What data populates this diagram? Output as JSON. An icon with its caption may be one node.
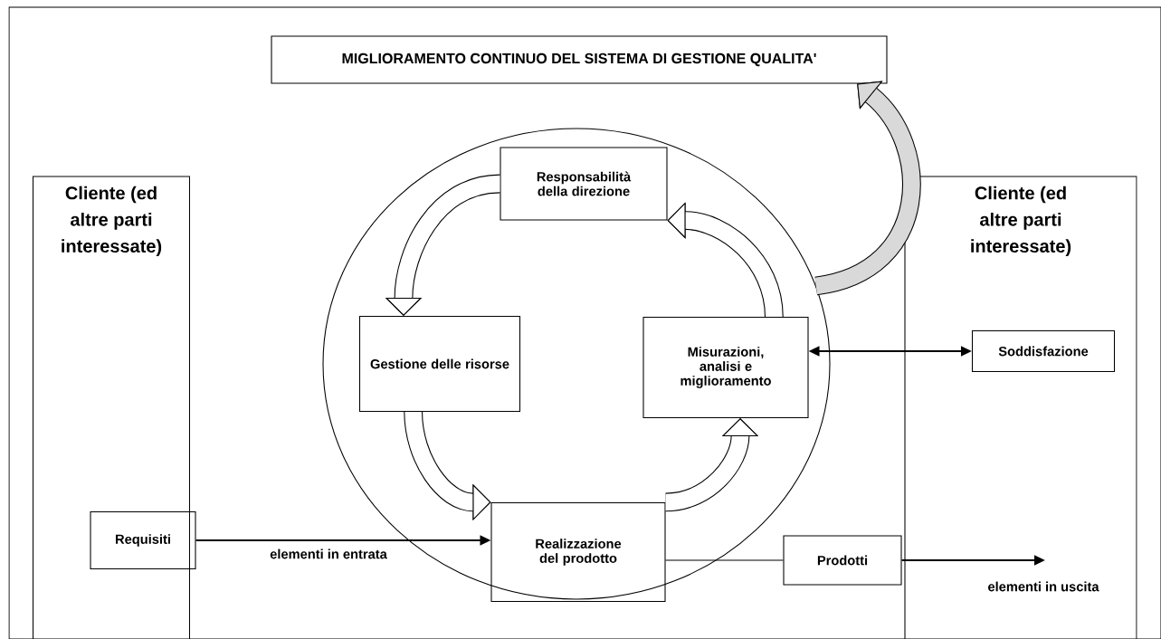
{
  "diagram": {
    "nodes": [
      {
        "text": [
          "MIGLIORAMENTO CONTINUO DEL SISTEMA DI GESTIONE QUALITA'"
        ]
      },
      {
        "text": [
          "Cliente (ed altre parti interessate)"
        ]
      },
      {
        "text": [
          "Requisiti"
        ],
        "in": 1
      },
      {
        "text": [],
        "shape": "circle"
      },
      {
        "text": [
          "Responsabilità della direzione"
        ],
        "in": 3
      },
      {
        "text": [
          "Gestione delle risorse"
        ],
        "in": 3
      },
      {
        "text": [
          "Misurazioni, analisi e miglioramento"
        ],
        "in": 3
      },
      {
        "text": [
          "Realizzazione del prodotto"
        ],
        "in": 3
      },
      {
        "text": [
          "Cliente (ed altre parti interessate)"
        ]
      },
      {
        "text": [
          "Soddisfazione"
        ],
        "in": 8
      },
      {
        "text": [
          "Prodotti"
        ]
      }
    ],
    "edges": [
      {
        "from": 4,
        "to": 5,
        "arrow": "to"
      },
      {
        "from": 5,
        "to": 7,
        "arrow": "to"
      },
      {
        "from": 7,
        "to": 6,
        "arrow": "to"
      },
      {
        "from": 6,
        "to": 4,
        "arrow": "to"
      },
      {
        "from": 3,
        "to": 0,
        "arrow": "to"
      },
      {
        "from": 2,
        "to": 7,
        "arrow": "to",
        "label": "elementi in entrata"
      },
      {
        "from": 6,
        "to": 9,
        "arrow": "both"
      },
      {
        "from": 7,
        "to": 10,
        "arrow": "none"
      },
      {
        "from": 10,
        "to": null,
        "arrow": "to",
        "label": "elementi in uscita"
      }
    ]
  }
}
